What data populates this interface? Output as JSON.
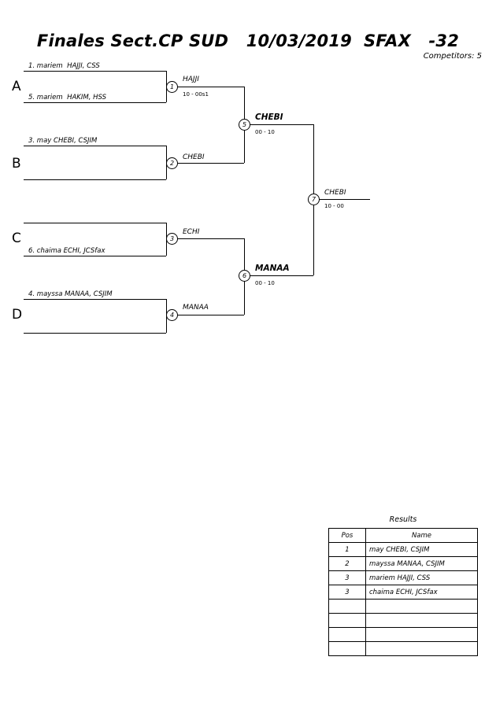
{
  "header": {
    "title": "Finales Sect.CP SUD   10/03/2019  SFAX   -32",
    "competitors": "Competitors: 5"
  },
  "pools": [
    {
      "letter": "A",
      "slots": [
        "1. mariem  HAJJI, CSS",
        "5. mariem  HAKIM, HSS"
      ]
    },
    {
      "letter": "B",
      "slots": [
        "3. may CHEBI, CSJIM",
        ""
      ]
    },
    {
      "letter": "C",
      "slots": [
        "",
        "6. chaima ECHI, JCSfax"
      ]
    },
    {
      "letter": "D",
      "slots": [
        "4. mayssa MANAA, CSJIM",
        ""
      ]
    }
  ],
  "matches": [
    {
      "number": "1",
      "winner": "HAJJI",
      "score": "10 - 00s1"
    },
    {
      "number": "2",
      "winner": "CHEBI",
      "score": ""
    },
    {
      "number": "3",
      "winner": "ECHI",
      "score": ""
    },
    {
      "number": "4",
      "winner": "MANAA",
      "score": ""
    },
    {
      "number": "5",
      "winner": "CHEBI",
      "score": "00 - 10"
    },
    {
      "number": "6",
      "winner": "MANAA",
      "score": "00 - 10"
    },
    {
      "number": "7",
      "winner": "CHEBI",
      "score": "10 - 00"
    }
  ],
  "results": {
    "title": "Results",
    "columns": [
      "Pos",
      "Name"
    ],
    "rows": [
      {
        "pos": "1",
        "name": "may CHEBI, CSJIM"
      },
      {
        "pos": "2",
        "name": "mayssa MANAA, CSJIM"
      },
      {
        "pos": "3",
        "name": "mariem  HAJJI, CSS"
      },
      {
        "pos": "3",
        "name": "chaima ECHI, JCSfax"
      },
      {
        "pos": "",
        "name": ""
      },
      {
        "pos": "",
        "name": ""
      },
      {
        "pos": "",
        "name": ""
      },
      {
        "pos": "",
        "name": ""
      }
    ]
  }
}
